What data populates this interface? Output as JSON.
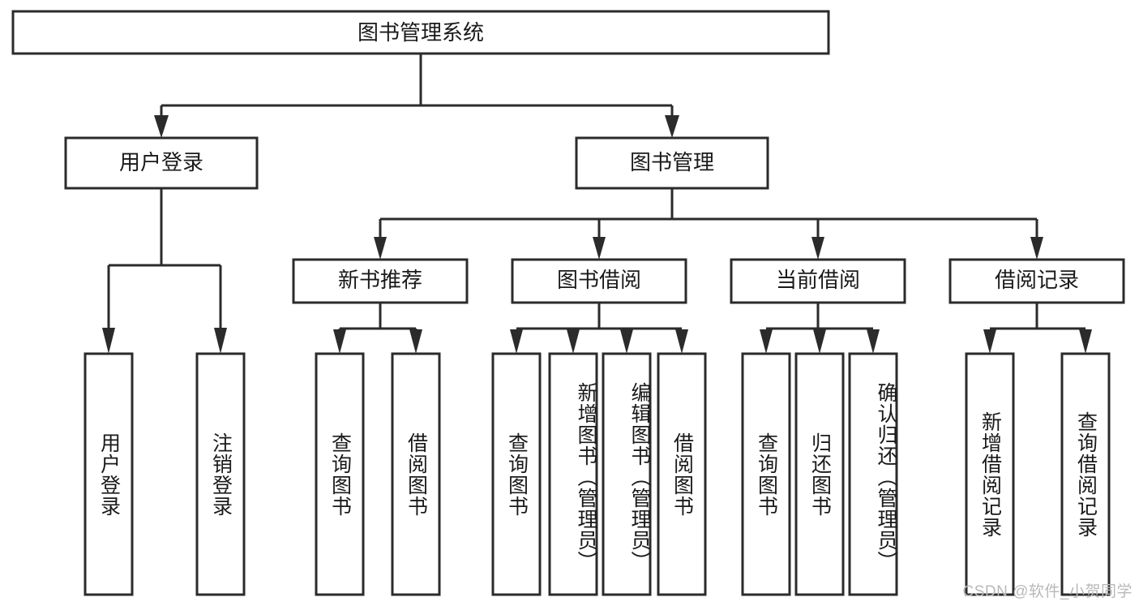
{
  "diagram": {
    "title": "图书管理系统",
    "type": "tree",
    "watermark": "CSDN @软件_小贺同学",
    "colors": {
      "box_stroke": "#2b2b2b",
      "box_fill": "#ffffff",
      "text": "#1a1a1a",
      "connector": "#2b2b2b",
      "watermark": "#b9b9b9",
      "background": "#ffffff"
    },
    "root": {
      "label": "图书管理系统"
    },
    "level2": [
      {
        "label": "用户登录"
      },
      {
        "label": "图书管理"
      }
    ],
    "level3": [
      {
        "label": "新书推荐"
      },
      {
        "label": "图书借阅"
      },
      {
        "label": "当前借阅"
      },
      {
        "label": "借阅记录"
      }
    ],
    "leaves": {
      "user_login": [
        {
          "label": "用户登录"
        },
        {
          "label": "注销登录"
        }
      ],
      "new_book_recommend": [
        {
          "label": "查询图书"
        },
        {
          "label": "借阅图书"
        }
      ],
      "book_borrow": [
        {
          "label": "查询图书"
        },
        {
          "label": "新增图书（管理员）"
        },
        {
          "label": "编辑图书（管理员）"
        },
        {
          "label": "借阅图书"
        }
      ],
      "current_borrow": [
        {
          "label": "查询图书"
        },
        {
          "label": "归还图书"
        },
        {
          "label": "确认归还（管理员）"
        }
      ],
      "borrow_record": [
        {
          "label": "新增借阅记录"
        },
        {
          "label": "查询借阅记录"
        }
      ]
    }
  }
}
